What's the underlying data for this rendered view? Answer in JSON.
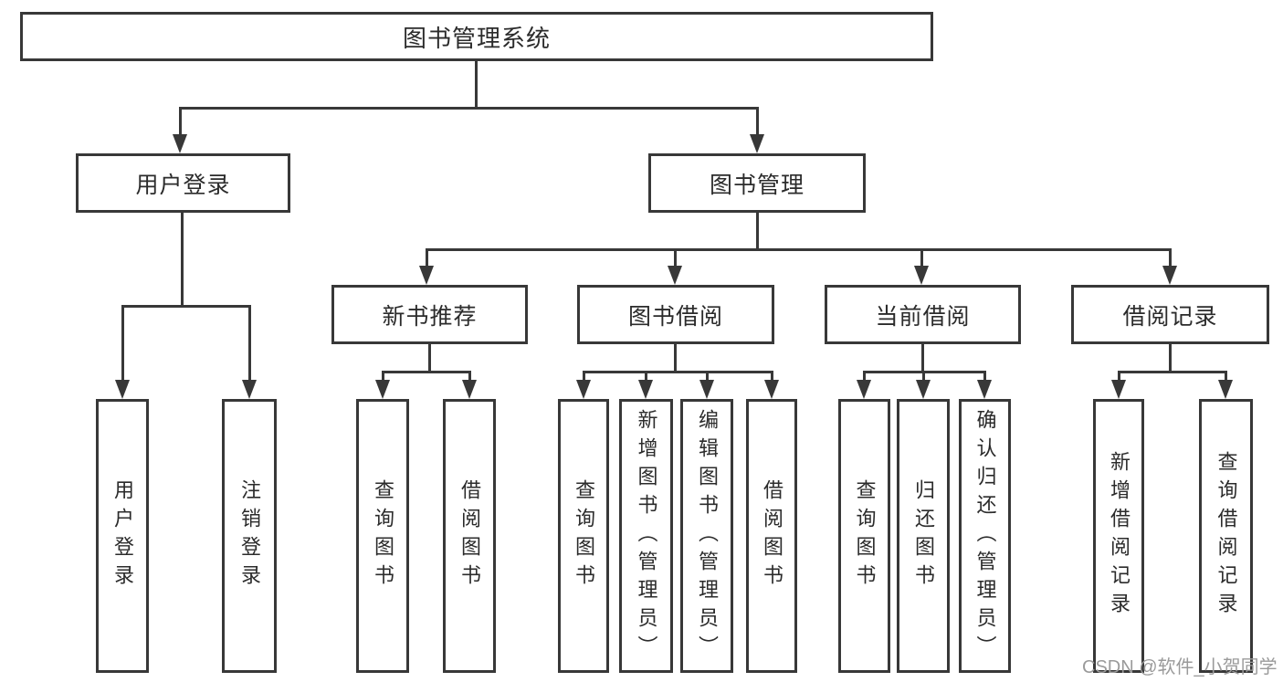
{
  "tree": {
    "root": "图书管理系统",
    "user_login": {
      "label": "用户登录",
      "children": [
        "用户登录",
        "注销登录"
      ]
    },
    "book_management": {
      "label": "图书管理",
      "children": [
        {
          "label": "新书推荐",
          "children": [
            "查询图书",
            "借阅图书"
          ]
        },
        {
          "label": "图书借阅",
          "children": [
            "查询图书",
            "新增图书（管理员）",
            "编辑图书（管理员）",
            "借阅图书"
          ]
        },
        {
          "label": "当前借阅",
          "children": [
            "查询图书",
            "归还图书",
            "确认归还（管理员）"
          ]
        },
        {
          "label": "借阅记录",
          "children": [
            "新增借阅记录",
            "查询借阅记录"
          ]
        }
      ]
    }
  },
  "watermark": "CSDN @软件_小贺同学",
  "colors": {
    "line": "#383838",
    "text": "#2b2b2b",
    "watermark": "#9a9a9a",
    "background": "#ffffff"
  }
}
